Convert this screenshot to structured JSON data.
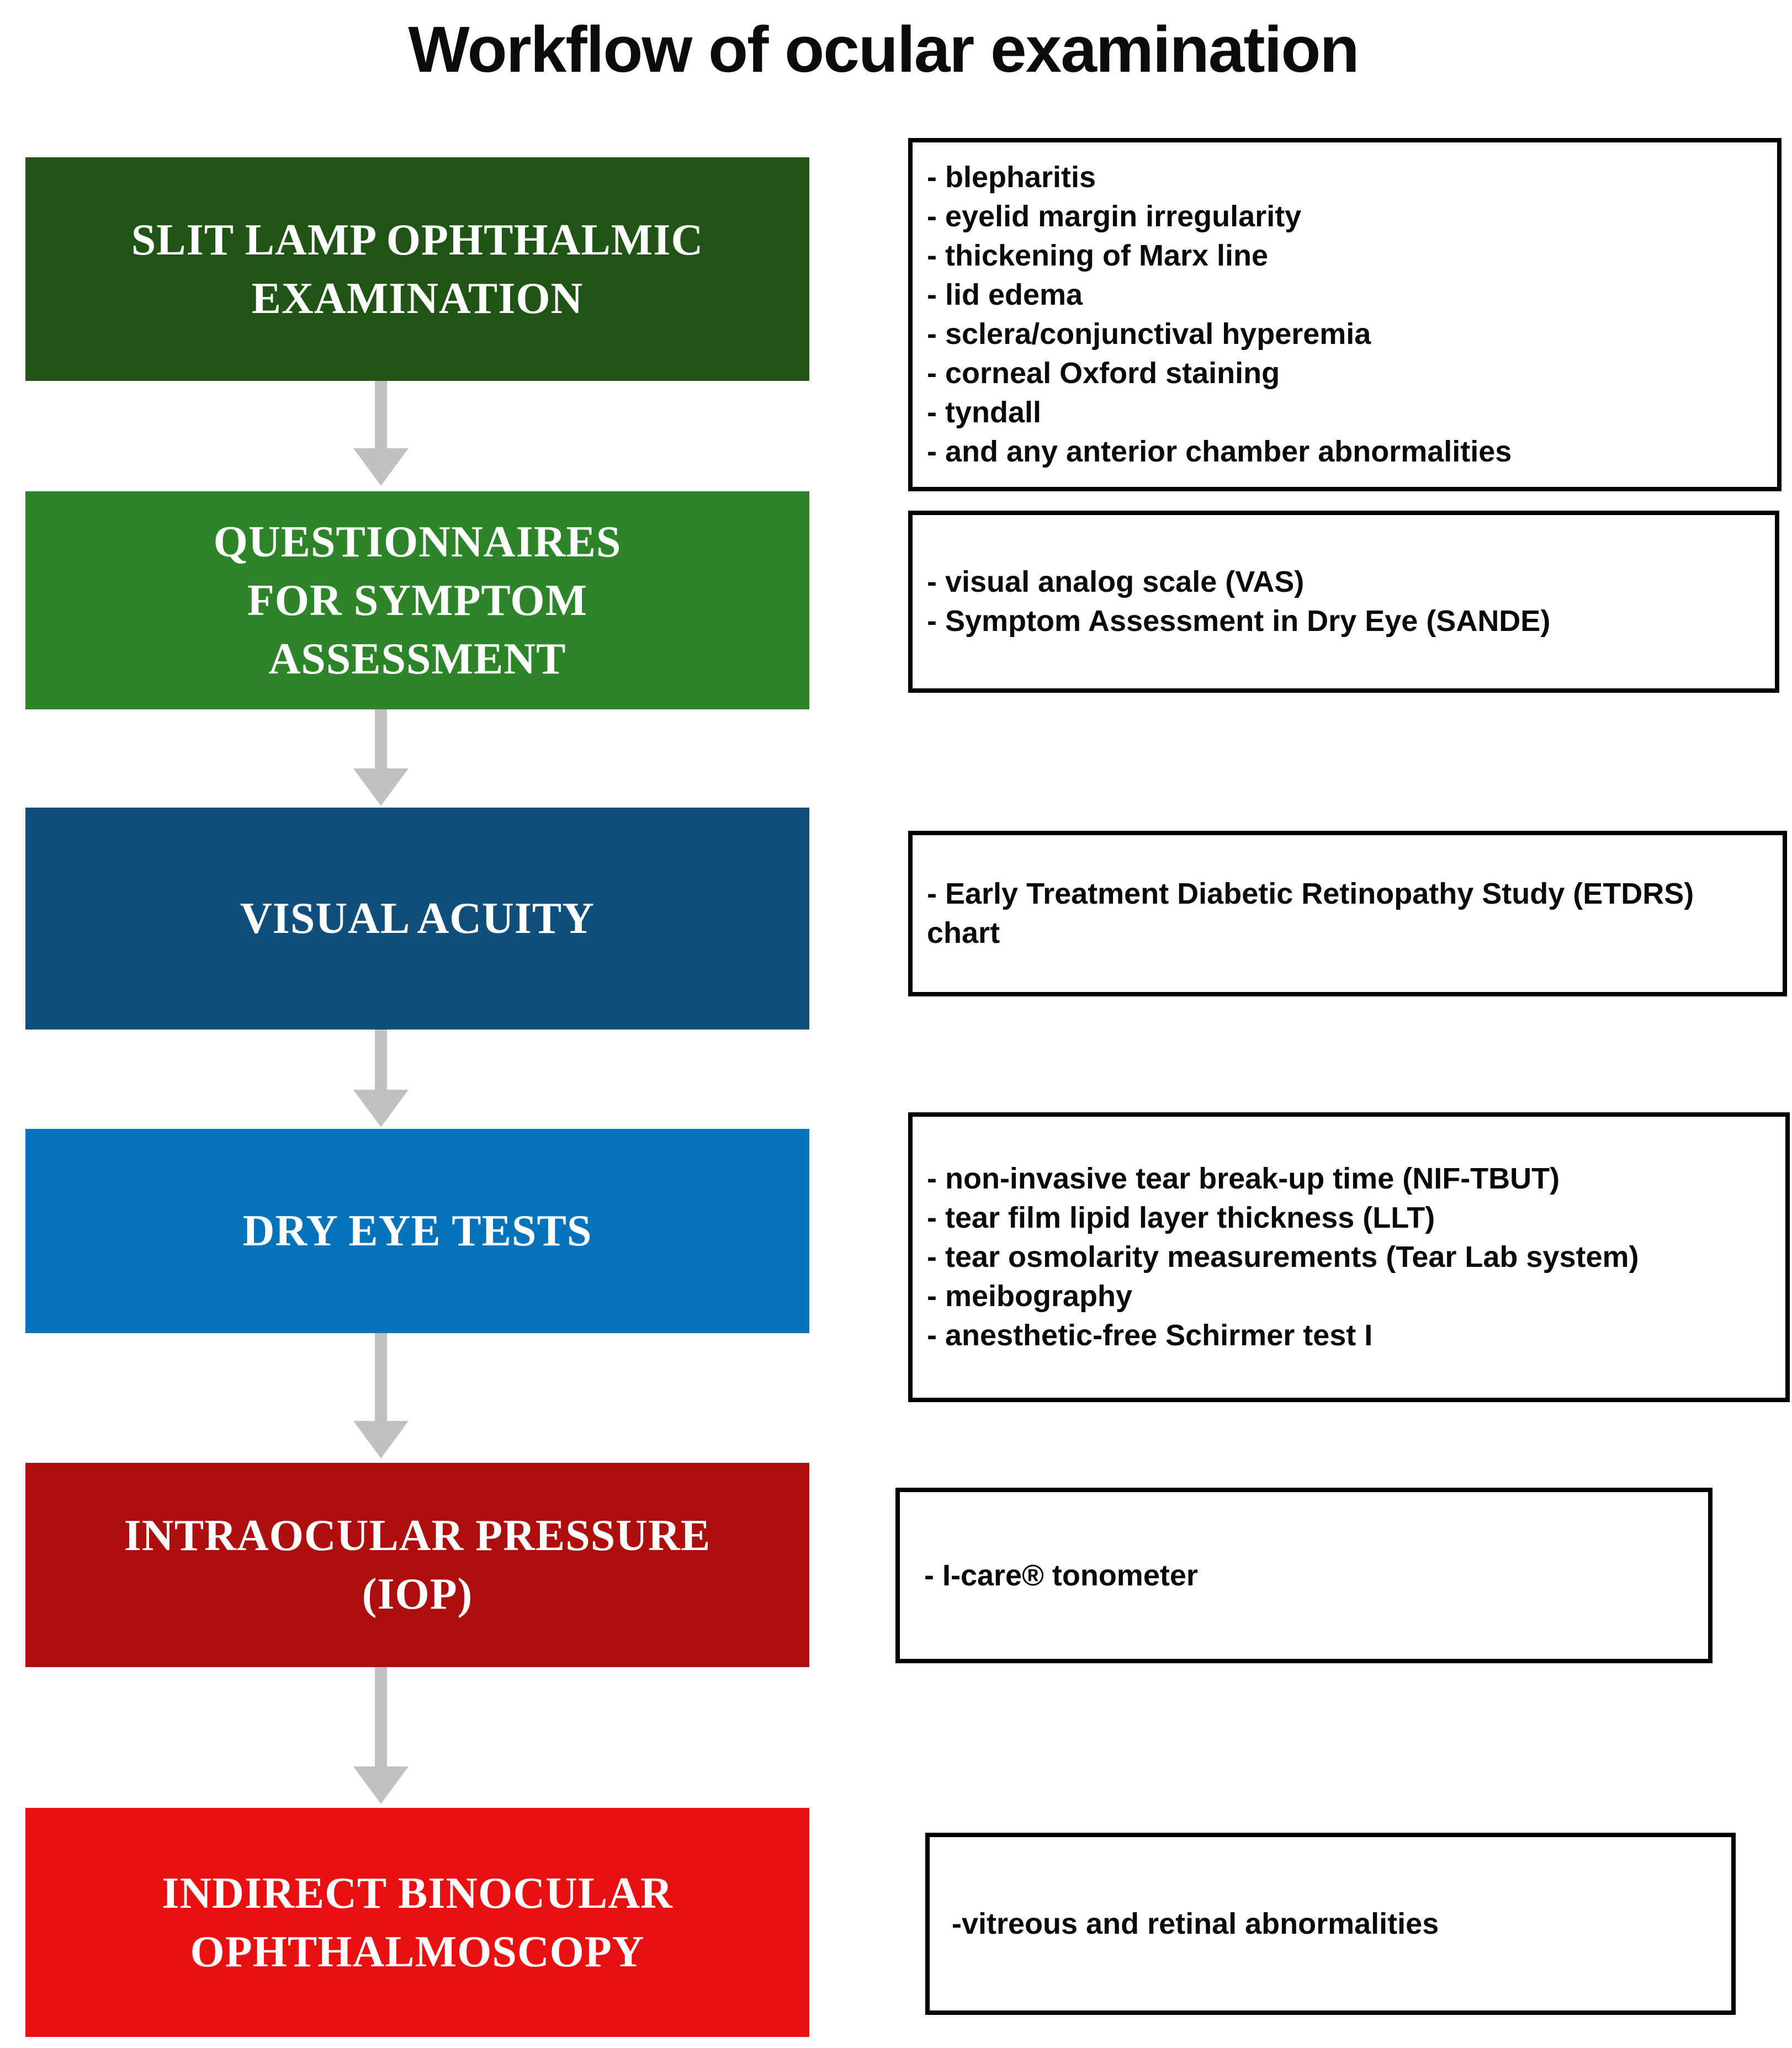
{
  "title": "Workflow of ocular examination",
  "steps": [
    {
      "label_lines": [
        "SLIT LAMP OPHTHALMIC",
        "EXAMINATION"
      ],
      "color": "#1f5414",
      "details": [
        "- blepharitis",
        "- eyelid margin irregularity",
        "- thickening of Marx line",
        "- lid edema",
        "- sclera/conjunctival hyperemia",
        "- corneal Oxford staining",
        "- tyndall",
        "- and any anterior chamber abnormalities"
      ]
    },
    {
      "label_lines": [
        "QUESTIONNAIRES",
        "FOR SYMPTOM",
        "ASSESSMENT"
      ],
      "color": "#2e8529",
      "details": [
        "- visual analog scale (VAS)",
        "- Symptom Assessment in Dry Eye (SANDE)"
      ]
    },
    {
      "label_lines": [
        "VISUAL ACUITY"
      ],
      "color": "#104f7c",
      "details": [
        "- Early Treatment Diabetic Retinopathy Study (ETDRS) chart"
      ]
    },
    {
      "label_lines": [
        "DRY EYE TESTS"
      ],
      "color": "#0574ba",
      "details": [
        "- non-invasive tear break-up time (NIF-TBUT)",
        "- tear film lipid layer thickness (LLT)",
        "- tear osmolarity measurements (Tear Lab system)",
        "- meibography",
        "- anesthetic-free Schirmer test I"
      ]
    },
    {
      "label_lines": [
        "INTRAOCULAR PRESSURE",
        "(IOP)"
      ],
      "color": "#ad0f0f",
      "details": [
        "- I-care® tonometer"
      ]
    },
    {
      "label_lines": [
        "INDIRECT BINOCULAR",
        "OPHTHALMOSCOPY"
      ],
      "color": "#e81010",
      "details": [
        "-vitreous and retinal abnormalities"
      ]
    }
  ],
  "colors": {
    "arrow": "#c1c1c1",
    "detail_border": "#000000",
    "detail_background": "#ffffff",
    "title_text": "#0b0b0b",
    "detail_text": "#0a0a0a",
    "step_text": "#ffffff"
  }
}
